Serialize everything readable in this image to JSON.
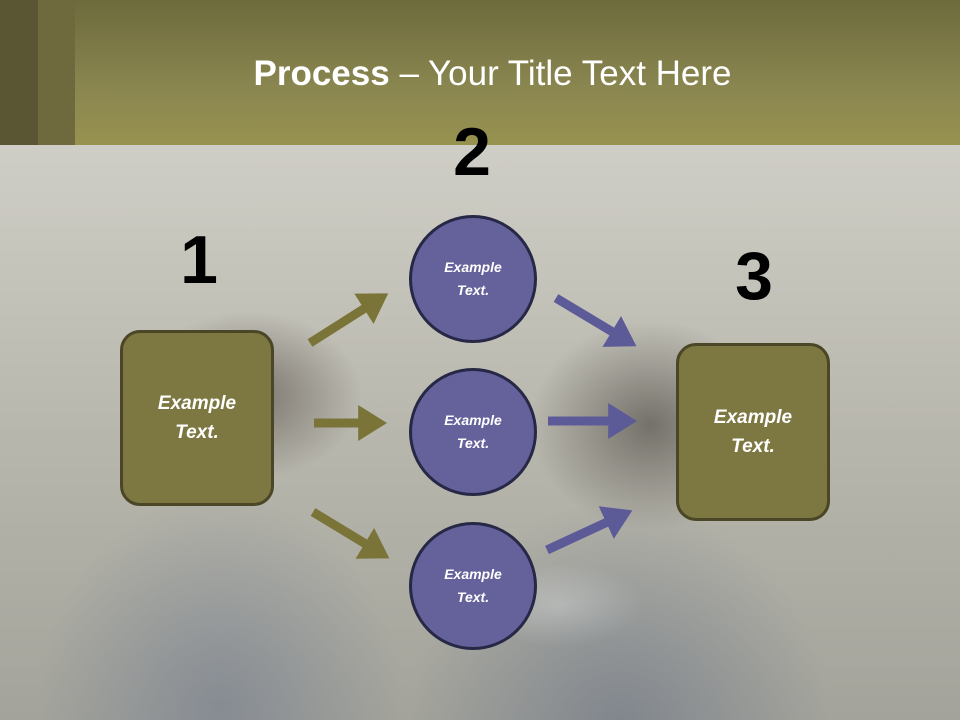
{
  "colors": {
    "header": "#8a8650",
    "box_fill": "#7d7741",
    "box_border": "#4a4626",
    "circle_fill": "#65619b",
    "circle_border": "#262846",
    "arrow_olive": "#7b7439",
    "arrow_purple": "#5d5a98"
  },
  "title": {
    "bold": "Process",
    "dash": " – ",
    "rest": "Your Title Text Here"
  },
  "steps": {
    "step1": {
      "number": "1",
      "text": "Example\nText."
    },
    "step2": {
      "number": "2",
      "circles": [
        {
          "text": "Example\nText."
        },
        {
          "text": "Example\nText."
        },
        {
          "text": "Example\nText."
        }
      ]
    },
    "step3": {
      "number": "3",
      "text": "Example\nText."
    }
  },
  "arrows": [
    {
      "from": "step1",
      "to": "circle-1"
    },
    {
      "from": "step1",
      "to": "circle-2"
    },
    {
      "from": "step1",
      "to": "circle-3"
    },
    {
      "from": "circle-1",
      "to": "step3"
    },
    {
      "from": "circle-2",
      "to": "step3"
    },
    {
      "from": "circle-3",
      "to": "step3"
    }
  ]
}
